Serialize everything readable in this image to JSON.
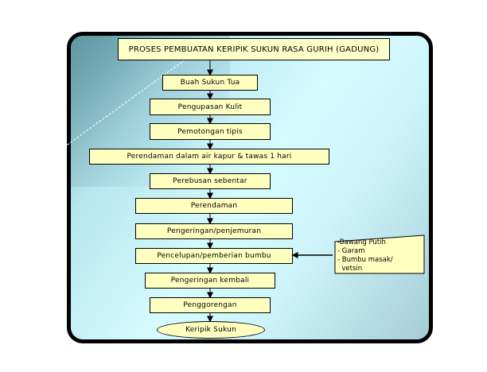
{
  "diagram": {
    "title": "PROSES PEMBUATAN KERIPIK SUKUN RASA GURIH (GADUNG)",
    "steps": [
      "Buah Sukun Tua",
      "Pengupasan Kulit",
      "Pemotongan tipis",
      "Perendaman dalam air kapur & tawas  1 hari",
      "Perebusan sebentar",
      "Perendaman",
      "Pengeringan/penjemuran",
      "Pencelupan/pemberian bumbu",
      "Pengeringan kembali",
      "Penggorengan",
      "Keripik Sukun"
    ],
    "side_note": [
      "-Bawang Putih",
      "- Garam",
      "- Bumbu masak/",
      "  vetsin"
    ]
  },
  "colors": {
    "box_fill": "#ffffc0",
    "panel_border": "#000000",
    "panel_background": "#ccf6fb"
  }
}
